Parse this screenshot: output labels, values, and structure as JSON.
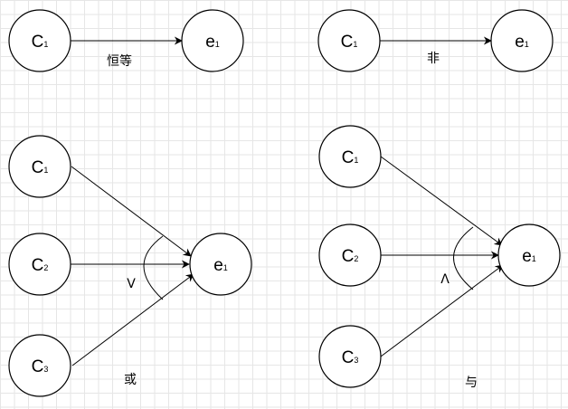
{
  "diagrams": {
    "identity": {
      "label": "恒等",
      "cause": {
        "main": "C",
        "sub": "1"
      },
      "effect": {
        "main": "e",
        "sub": "1"
      }
    },
    "negation": {
      "label": "非",
      "cause": {
        "main": "C",
        "sub": "1"
      },
      "effect": {
        "main": "e",
        "sub": "1"
      }
    },
    "or": {
      "label": "或",
      "operator": "V",
      "causes": [
        {
          "main": "C",
          "sub": "1"
        },
        {
          "main": "C",
          "sub": "2"
        },
        {
          "main": "C",
          "sub": "3"
        }
      ],
      "effect": {
        "main": "e",
        "sub": "1"
      }
    },
    "and": {
      "label": "与",
      "operator": "Λ",
      "causes": [
        {
          "main": "C",
          "sub": "1"
        },
        {
          "main": "C",
          "sub": "2"
        },
        {
          "main": "C",
          "sub": "3"
        }
      ],
      "effect": {
        "main": "e",
        "sub": "1"
      }
    }
  }
}
